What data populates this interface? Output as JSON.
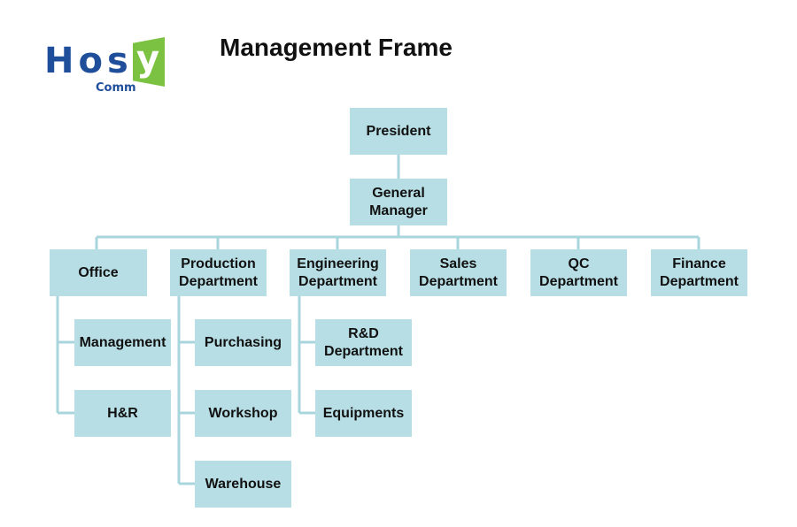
{
  "logo": {
    "main": "Hos",
    "accent": "y",
    "sub": "Comm"
  },
  "title": "Management Frame",
  "nodes": {
    "president": "President",
    "general_manager": "General\nManager",
    "office": "Office",
    "production": "Production\nDepartment",
    "engineering": "Engineering\nDepartment",
    "sales": "Sales\nDepartment",
    "qc": "QC\nDepartment",
    "finance": "Finance\nDepartment",
    "management": "Management",
    "hr": "H&R",
    "purchasing": "Purchasing",
    "workshop": "Workshop",
    "warehouse": "Warehouse",
    "rd": "R&D\nDepartment",
    "equipments": "Equipments"
  },
  "colors": {
    "box_fill": "#b7dee4",
    "connector": "#a9d6dd",
    "logo_blue": "#1f4e9b",
    "logo_green": "#7cc242"
  }
}
